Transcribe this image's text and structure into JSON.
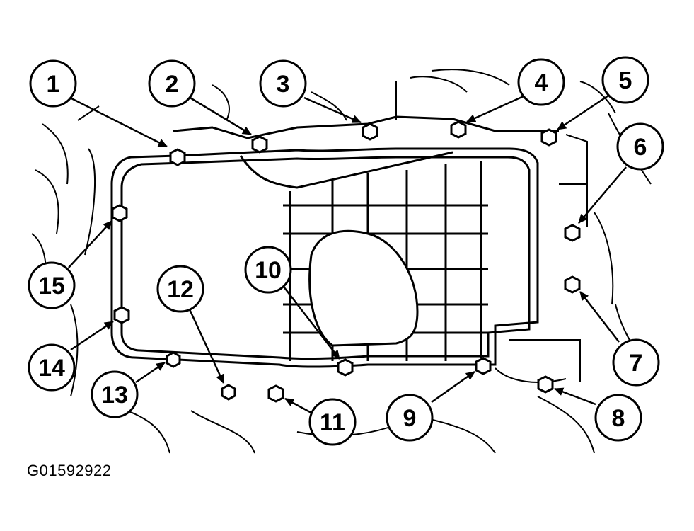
{
  "figure": {
    "id_label": "G01592922",
    "line_color": "#000000",
    "background": "#ffffff"
  },
  "callouts": [
    {
      "label": "1"
    },
    {
      "label": "2"
    },
    {
      "label": "3"
    },
    {
      "label": "4"
    },
    {
      "label": "5"
    },
    {
      "label": "6"
    },
    {
      "label": "7"
    },
    {
      "label": "8"
    },
    {
      "label": "9"
    },
    {
      "label": "10"
    },
    {
      "label": "11"
    },
    {
      "label": "12"
    },
    {
      "label": "13"
    },
    {
      "label": "14"
    },
    {
      "label": "15"
    }
  ]
}
